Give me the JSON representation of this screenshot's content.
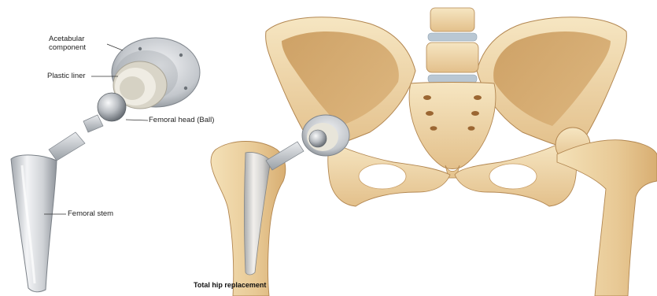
{
  "labels": {
    "acetabular_line1": "Acetabular",
    "acetabular_line2": "component",
    "plastic_liner": "Plastic liner",
    "femoral_head": "Femoral head (Ball)",
    "femoral_stem": "Femoral stem"
  },
  "caption": "Total hip replacement",
  "colors": {
    "bone_light": "#f0d9a9",
    "bone_mid": "#dcb47b",
    "bone_shadow": "#b98a4e",
    "bone_outline": "#a8793f",
    "metal_light": "#eef0f2",
    "metal_mid": "#c6c9cd",
    "metal_dark": "#8f949a",
    "liner": "#e9e6dc",
    "disc": "#b7c6d4",
    "hole": "#8c5a2b"
  }
}
